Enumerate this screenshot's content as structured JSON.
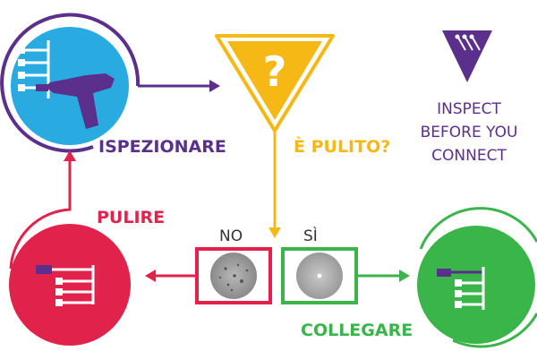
{
  "colors": {
    "purple": "#5b2f8c",
    "yellow": "#f5b814",
    "red": "#e1234b",
    "green": "#39b54a",
    "blue": "#29abe2"
  },
  "steps": {
    "inspect": {
      "label": "ISPEZIONARE",
      "icon": "inspection-probe-icon"
    },
    "question": {
      "label": "È PULITO?",
      "symbol": "?",
      "icon": "question-triangle-icon"
    },
    "clean": {
      "label": "PULIRE",
      "icon": "cleaning-tool-icon"
    },
    "connect": {
      "label": "COLLEGARE",
      "icon": "connector-cable-icon"
    }
  },
  "answers": {
    "no": {
      "label": "NO",
      "image": "dirty-fiber-endface"
    },
    "yes": {
      "label": "SÌ",
      "image": "clean-fiber-endface"
    }
  },
  "brand": {
    "logo": "ibyc-logo-icon",
    "line1": "INSPECT",
    "line2": "BEFORE YOU",
    "line3": "CONNECT"
  }
}
